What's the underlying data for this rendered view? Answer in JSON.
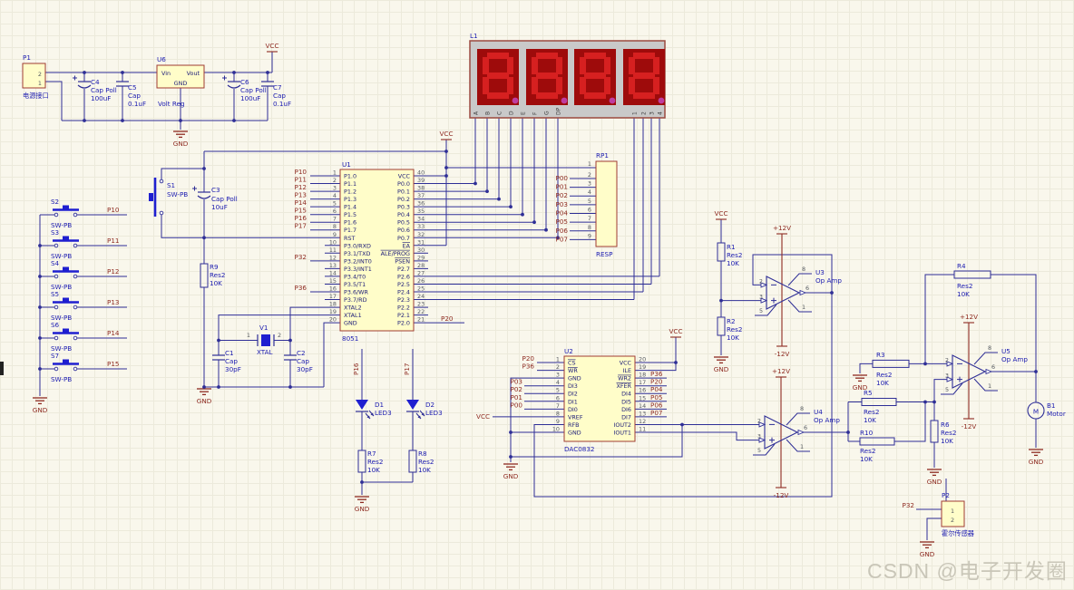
{
  "watermark": "CSDN @电子开发圈",
  "power": {
    "vcc": "VCC",
    "gnd": "GND",
    "p12": "+12V",
    "n12": "-12V"
  },
  "parts": {
    "p1": {
      "ref": "P1",
      "name": "电源接口",
      "pin2": "2",
      "pin1": "1"
    },
    "u6": {
      "ref": "U6",
      "value": "Volt Reg",
      "vin": "Vin",
      "vout": "Vout",
      "gnd": "GND"
    },
    "c4": {
      "ref": "C4",
      "lib": "Cap Poll",
      "value": "100uF"
    },
    "c5": {
      "ref": "C5",
      "lib": "Cap",
      "value": "0.1uF"
    },
    "c6": {
      "ref": "C6",
      "lib": "Cap Poll",
      "value": "100uF"
    },
    "c7": {
      "ref": "C7",
      "lib": "Cap",
      "value": "0.1uF"
    },
    "s1": {
      "ref": "S1",
      "lib": "SW-PB"
    },
    "c3": {
      "ref": "C3",
      "lib": "Cap Poll",
      "value": "10uF"
    },
    "r9": {
      "ref": "R9",
      "lib": "Res2",
      "value": "10K"
    },
    "v1": {
      "ref": "V1",
      "lib": "XTAL",
      "pin1": "1",
      "pin2": "2"
    },
    "c1": {
      "ref": "C1",
      "lib": "Cap",
      "value": "30pF"
    },
    "c2": {
      "ref": "C2",
      "lib": "Cap",
      "value": "30pF"
    },
    "buttons": [
      {
        "ref": "S2",
        "lib": "SW-PB",
        "net": "P10"
      },
      {
        "ref": "S3",
        "lib": "SW-PB",
        "net": "P11"
      },
      {
        "ref": "S4",
        "lib": "SW-PB",
        "net": "P12"
      },
      {
        "ref": "S5",
        "lib": "SW-PB",
        "net": "P13"
      },
      {
        "ref": "S6",
        "lib": "SW-PB",
        "net": "P14"
      },
      {
        "ref": "S7",
        "lib": "SW-PB",
        "net": "P15"
      }
    ],
    "u1": {
      "ref": "U1",
      "value": "8051",
      "left": [
        {
          "n": "1",
          "name": "P1.0",
          "net": "P10"
        },
        {
          "n": "2",
          "name": "P1.1",
          "net": "P11"
        },
        {
          "n": "3",
          "name": "P1.2",
          "net": "P12"
        },
        {
          "n": "4",
          "name": "P1.3",
          "net": "P13"
        },
        {
          "n": "5",
          "name": "P1.4",
          "net": "P14"
        },
        {
          "n": "6",
          "name": "P1.5",
          "net": "P15"
        },
        {
          "n": "7",
          "name": "P1.6",
          "net": "P16"
        },
        {
          "n": "8",
          "name": "P1.7",
          "net": "P17"
        },
        {
          "n": "9",
          "name": "RST"
        },
        {
          "n": "10",
          "name": "P3.0/RXD"
        },
        {
          "n": "11",
          "name": "P3.1/TXD"
        },
        {
          "n": "12",
          "name": "P3.2/INT0",
          "net": "P32"
        },
        {
          "n": "13",
          "name": "P3.3/INT1"
        },
        {
          "n": "14",
          "name": "P3.4/T0"
        },
        {
          "n": "15",
          "name": "P3.5/T1"
        },
        {
          "n": "16",
          "name": "P3.6/WR",
          "net": "P36"
        },
        {
          "n": "17",
          "name": "P3.7/RD"
        },
        {
          "n": "18",
          "name": "XTAL2"
        },
        {
          "n": "19",
          "name": "XTAL1"
        },
        {
          "n": "20",
          "name": "GND"
        }
      ],
      "right": [
        {
          "n": "40",
          "name": "VCC"
        },
        {
          "n": "39",
          "name": "P0.0"
        },
        {
          "n": "38",
          "name": "P0.1"
        },
        {
          "n": "37",
          "name": "P0.2"
        },
        {
          "n": "36",
          "name": "P0.3"
        },
        {
          "n": "35",
          "name": "P0.4"
        },
        {
          "n": "34",
          "name": "P0.5"
        },
        {
          "n": "33",
          "name": "P0.6"
        },
        {
          "n": "32",
          "name": "P0.7"
        },
        {
          "n": "31",
          "name": "EA",
          "ov": true
        },
        {
          "n": "30",
          "name": "ALE/PROG",
          "ov": true
        },
        {
          "n": "29",
          "name": "PSEN",
          "ov": true
        },
        {
          "n": "28",
          "name": "P2.7"
        },
        {
          "n": "27",
          "name": "P2.6"
        },
        {
          "n": "26",
          "name": "P2.5"
        },
        {
          "n": "25",
          "name": "P2.4"
        },
        {
          "n": "24",
          "name": "P2.3"
        },
        {
          "n": "23",
          "name": "P2.2"
        },
        {
          "n": "22",
          "name": "P2.1"
        },
        {
          "n": "21",
          "name": "P2.0",
          "net": "P20"
        }
      ]
    },
    "l1": {
      "ref": "L1",
      "segs": [
        "A",
        "B",
        "C",
        "D",
        "E",
        "F",
        "G",
        "DP"
      ],
      "digits": [
        "1",
        "2",
        "3",
        "4"
      ]
    },
    "rp1": {
      "ref": "RP1",
      "value": "RESP",
      "pins": [
        "1",
        "2",
        "3",
        "4",
        "5",
        "6",
        "7",
        "8",
        "9"
      ],
      "nets": [
        "P00",
        "P01",
        "P02",
        "P03",
        "P04",
        "P05",
        "P06",
        "P07"
      ]
    },
    "u2": {
      "ref": "U2",
      "value": "DAC0832",
      "left": [
        {
          "n": "1",
          "name": "CS",
          "ov": true,
          "net": "P20"
        },
        {
          "n": "2",
          "name": "WR",
          "ov": true,
          "net": "P36"
        },
        {
          "n": "3",
          "name": "GND"
        },
        {
          "n": "4",
          "name": "DI3",
          "net": "P03"
        },
        {
          "n": "5",
          "name": "DI2",
          "net": "P02"
        },
        {
          "n": "6",
          "name": "DI1",
          "net": "P01"
        },
        {
          "n": "7",
          "name": "DI0",
          "net": "P00"
        },
        {
          "n": "8",
          "name": "VREF",
          "net": "VCC"
        },
        {
          "n": "9",
          "name": "RFB"
        },
        {
          "n": "10",
          "name": "GND"
        }
      ],
      "right": [
        {
          "n": "20",
          "name": "VCC"
        },
        {
          "n": "19",
          "name": "ILE"
        },
        {
          "n": "18",
          "name": "WR2",
          "ov": true,
          "net": "P36"
        },
        {
          "n": "17",
          "name": "XFER",
          "ov": true,
          "net": "P20"
        },
        {
          "n": "16",
          "name": "DI4",
          "net": "P04"
        },
        {
          "n": "15",
          "name": "DI5",
          "net": "P05"
        },
        {
          "n": "14",
          "name": "DI6",
          "net": "P06"
        },
        {
          "n": "13",
          "name": "DI7",
          "net": "P07"
        },
        {
          "n": "12",
          "name": "IOUT2"
        },
        {
          "n": "11",
          "name": "IOUT1"
        }
      ]
    },
    "d1": {
      "ref": "D1",
      "value": "LED3",
      "net": "P16"
    },
    "d2": {
      "ref": "D2",
      "value": "LED3",
      "net": "P17"
    },
    "r7": {
      "ref": "R7",
      "lib": "Res2",
      "value": "10K"
    },
    "r8": {
      "ref": "R8",
      "lib": "Res2",
      "value": "10K"
    },
    "r1": {
      "ref": "R1",
      "lib": "Res2",
      "value": "10K"
    },
    "r2": {
      "ref": "R2",
      "lib": "Res2",
      "value": "10K"
    },
    "r3": {
      "ref": "R3",
      "lib": "Res2",
      "value": "10K"
    },
    "r4": {
      "ref": "R4",
      "lib": "Res2",
      "value": "10K"
    },
    "r5": {
      "ref": "R5",
      "lib": "Res2",
      "value": "10K"
    },
    "r6": {
      "ref": "R6",
      "lib": "Res2",
      "value": "10K"
    },
    "r10": {
      "ref": "R10",
      "lib": "Res2",
      "value": "10K"
    },
    "u3": {
      "ref": "U3",
      "value": "Op Amp",
      "p1": "1",
      "p2": "2",
      "p3": "3",
      "p5": "5",
      "p6": "6",
      "p8": "8"
    },
    "u4": {
      "ref": "U4",
      "value": "Op Amp",
      "p1": "1",
      "p2": "2",
      "p3": "3",
      "p5": "5",
      "p6": "6",
      "p8": "8"
    },
    "u5": {
      "ref": "U5",
      "value": "Op Amp",
      "p1": "1",
      "p2": "2",
      "p3": "3",
      "p5": "5",
      "p6": "6",
      "p8": "8"
    },
    "b1": {
      "ref": "B1",
      "value": "Motor",
      "sym": "M"
    },
    "p2": {
      "ref": "P2",
      "name": "霍尔传感器",
      "pin1": "1",
      "pin2": "2",
      "net": "P32"
    }
  }
}
